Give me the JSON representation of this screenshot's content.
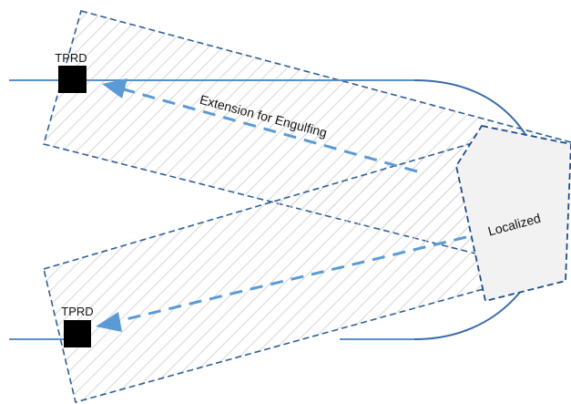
{
  "labels": {
    "tprd_top": "TPRD",
    "tprd_bottom": "TPRD",
    "extension": "Extension for Engulfing",
    "localized": "Localized"
  },
  "colors": {
    "pipe": "#5b8fcb",
    "bend": "#3b6aa8",
    "zone_outline": "#2f5f96",
    "localized_outline": "#1f4e8c",
    "localized_fill": "#f2f2f2",
    "hatch": "#d9d9d9",
    "arrow": "#5b9bd5",
    "device": "#000000"
  }
}
